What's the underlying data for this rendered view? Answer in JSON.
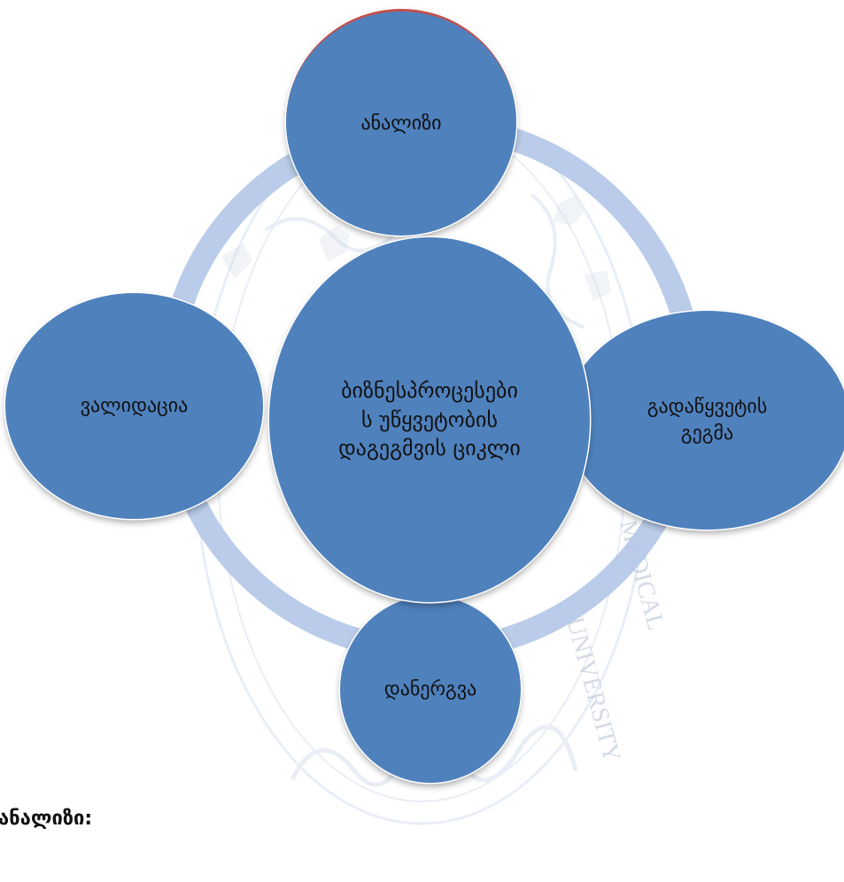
{
  "diagram": {
    "title_nodes": {
      "top": "ანალიზი",
      "center": "ბიზნესპროცესები\nს უწყვეტობის\nდაგეგმვის ციკლი",
      "right": "გადაწყვეტის\nგეგმა",
      "left": "ვალიდაცია",
      "bottom": "დანერგვა"
    },
    "colors": {
      "node_fill": "#4f81bd",
      "ring": "#b3c6e7",
      "node_text": "#111111"
    }
  },
  "watermark": {
    "text_right_1": "MEDICAL",
    "text_right_2": "UNIVERSITY"
  },
  "section": {
    "heading": "ანალიზი:"
  }
}
